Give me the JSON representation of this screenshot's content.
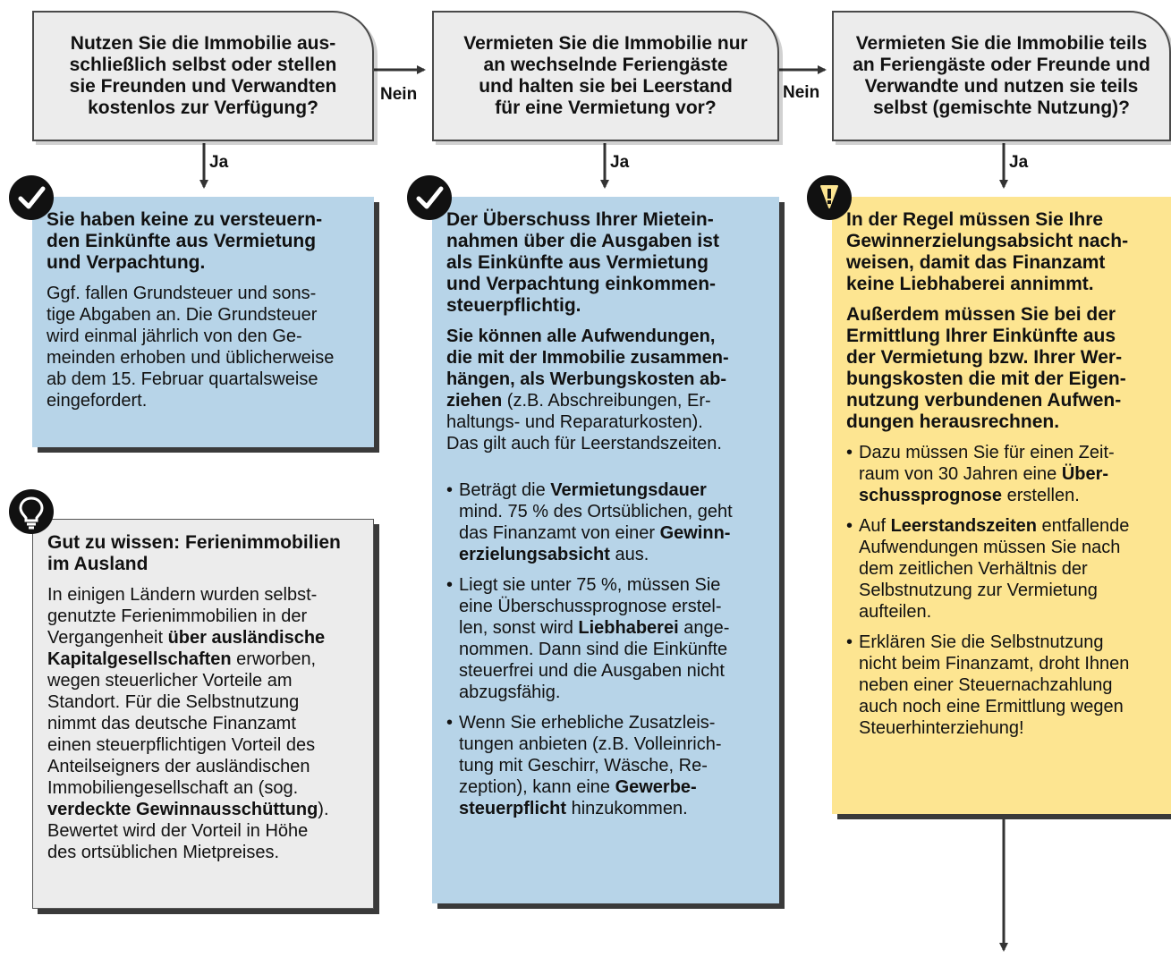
{
  "questions": [
    "Nutzen Sie die Immobilie aus-\nschließlich selbst oder stellen\nsie Freunden und Verwandten\nkostenlos zur Verfügung?",
    "Vermieten Sie die Immobilie nur\nan wechselnde Feriengäste\nund halten sie bei Leerstand\nfür eine Vermietung vor?",
    "Vermieten Sie die Immobilie teils\nan Feriengäste oder Freunde und\nVerwandte und nutzen sie teils\nselbst (gemischte Nutzung)?"
  ],
  "labels": {
    "no": "Nein",
    "yes": "Ja"
  },
  "box1": {
    "title": "Sie haben keine zu versteuern-\nden Einkünfte aus Vermietung\nund Verpachtung.",
    "text": "Ggf. fallen Grundsteuer und sons-\ntige Abgaben an. Die Grundsteuer\nwird einmal jährlich von den Ge-\nmeinden erhoben und üblicherweise\nab dem 15. Februar quartalsweise\neingefordert."
  },
  "tip": {
    "title": "Gut zu wissen: Ferienimmobilien\nim Ausland",
    "t1": "In einigen Ländern wurden selbst-\ngenutzte Ferienimmobilien in der\nVergangenheit ",
    "b1": "über ausländische\nKapitalgesellschaften",
    "t2": " erworben,\nwegen steuerlicher Vorteile am\nStandort. Für die Selbstnutzung\nnimmt das deutsche Finanzamt\neinen steuerpflichtigen Vorteil des\nAnteilseigners der ausländischen\nImmobiliengesellschaft an (sog.\n",
    "b2": "verdeckte Gewinnausschüttung",
    "t3": ").\nBewertet wird der Vorteil in Höhe\ndes ortsüblichen Mietpreises."
  },
  "box2": {
    "title": "Der Überschuss Ihrer Mietein-\nnahmen über die Ausgaben ist\nals Einkünfte aus Vermietung\nund Verpachtung einkommen-\nsteuerpflichtig.",
    "b1": "Sie können alle Aufwendungen,\ndie mit der Immobilie zusammen-\nhängen, als Werbungskosten ab-\nziehen",
    "t1": " (z.B. Abschreibungen, Er-\nhaltungs- und Reparaturkosten).\nDas gilt auch für Leerstandszeiten.",
    "bullet1": {
      "t1": "Beträgt die ",
      "b1": "Vermietungsdauer",
      "t2": "\nmind. 75 % des Ortsüblichen, geht\ndas Finanzamt von einer ",
      "b2": "Gewinn-\nerzielungsabsicht",
      "t3": " aus."
    },
    "bullet2": {
      "t1": "Liegt sie unter 75 %, müssen Sie\neine Überschussprognose erstel-\nlen, sonst wird ",
      "b1": "Liebhaberei",
      "t2": " ange-\nnommen. Dann sind die Einkünfte\nsteuerfrei und die Ausgaben nicht\nabzugsfähig."
    },
    "bullet3": {
      "t1": "Wenn Sie erhebliche Zusatzleis-\ntungen anbieten (z.B. Volleinrich-\ntung mit Geschirr, Wäsche, Re-\nzeption), kann eine ",
      "b1": "Gewerbe-\nsteuerpflicht",
      "t2": " hinzukommen."
    }
  },
  "box3": {
    "title": "In der Regel müssen Sie Ihre\nGewinnerzielungsabsicht nach-\nweisen, damit das Finanzamt\nkeine Liebhaberei annimmt.",
    "title2": "Außerdem müssen Sie bei der\nErmittlung Ihrer Einkünfte aus\nder Vermietung bzw. Ihrer Wer-\nbungskosten die mit der Eigen-\nnutzung verbundenen Aufwen-\ndungen herausrechnen.",
    "bullet1": {
      "t1": "Dazu müssen Sie für einen Zeit-\nraum von 30 Jahren eine ",
      "b1": "Über-\nschussprognose",
      "t2": " erstellen."
    },
    "bullet2": {
      "t1": "Auf ",
      "b1": "Leerstandszeiten",
      "t2": " entfallende\nAufwendungen müssen Sie nach\ndem zeitlichen Verhältnis der\nSelbstnutzung zur Vermietung\naufteilen."
    },
    "bullet3": {
      "t1": "Erklären Sie die Selbstnutzung\nnicht beim Finanzamt, droht Ihnen\nneben einer Steuernachzahlung\nauch noch eine Ermittlung wegen\nSteuerhinterziehung!"
    }
  },
  "icons": [
    "check-icon",
    "check-icon",
    "warning-icon",
    "lightbulb-icon"
  ],
  "colors": {
    "blue": "#b7d4e8",
    "gray": "#ececec",
    "yellow": "#fde591",
    "line": "#333333"
  }
}
